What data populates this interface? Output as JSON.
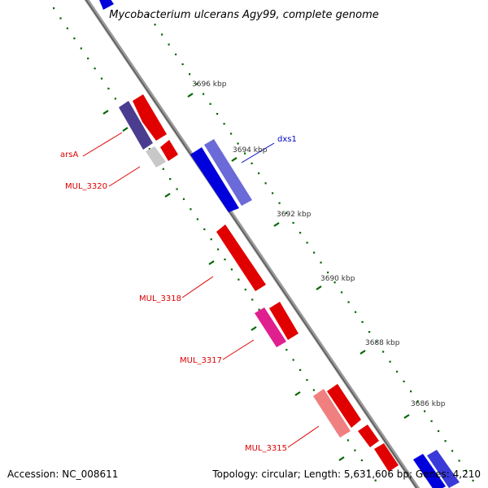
{
  "header": {
    "title": "Mycobacterium ulcerans Agy99, complete genome"
  },
  "footer": {
    "accession": "Accession: NC_008611",
    "topology": "Topology: circular; Length: 5,631,606 bp; Genes: 4,210"
  },
  "map": {
    "ticks": [
      {
        "position_kbp": 3686,
        "label": "3686 kbp"
      },
      {
        "position_kbp": 3688,
        "label": "3688 kbp"
      },
      {
        "position_kbp": 3690,
        "label": "3690 kbp"
      },
      {
        "position_kbp": 3692,
        "label": "3692 kbp"
      },
      {
        "position_kbp": 3694,
        "label": "3694 kbp"
      },
      {
        "position_kbp": 3696,
        "label": "3696 kbp"
      }
    ],
    "gene_labels": [
      {
        "name": "dxs1",
        "color": "#0000cc"
      },
      {
        "name": "arsA",
        "color": "#dd0000"
      },
      {
        "name": "MUL_3320",
        "color": "#dd0000"
      },
      {
        "name": "MUL_3318",
        "color": "#dd0000"
      },
      {
        "name": "MUL_3317",
        "color": "#dd0000"
      },
      {
        "name": "MUL_3315",
        "color": "#dd0000"
      }
    ],
    "colors": {
      "backbone": "#808080",
      "tick_marks": "#006600",
      "forward_gene": "#e00000",
      "reverse_gene": "#0000dd",
      "purple_gene": "#4a3d8f",
      "magenta_gene": "#e0208f",
      "pink_gene": "#f08080",
      "gray_gene": "#c8c8c8"
    }
  }
}
